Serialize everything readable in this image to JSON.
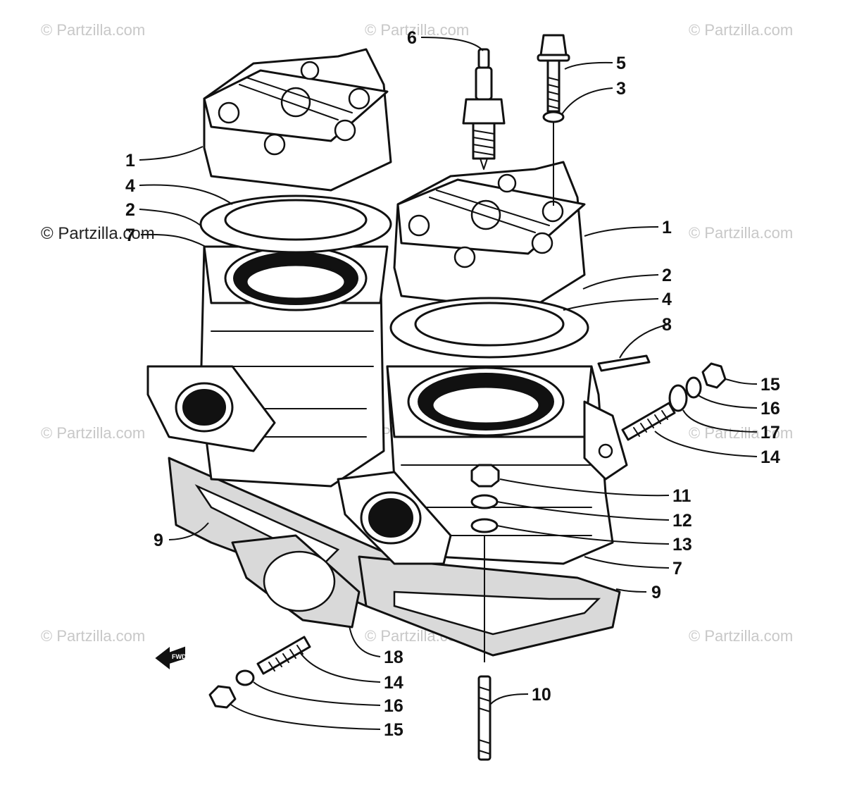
{
  "watermark_text": "© Partzilla.com",
  "fwd_label": "FWD",
  "callouts": [
    "1",
    "4",
    "2",
    "7",
    "6",
    "5",
    "3",
    "1",
    "2",
    "4",
    "8",
    "15",
    "16",
    "17",
    "14",
    "11",
    "12",
    "13",
    "9",
    "7",
    "9",
    "18",
    "14",
    "16",
    "15",
    "10"
  ],
  "colors": {
    "line": "#111111",
    "gasket_fill": "#d9d9d9",
    "watermark": "#c8c8c8"
  }
}
